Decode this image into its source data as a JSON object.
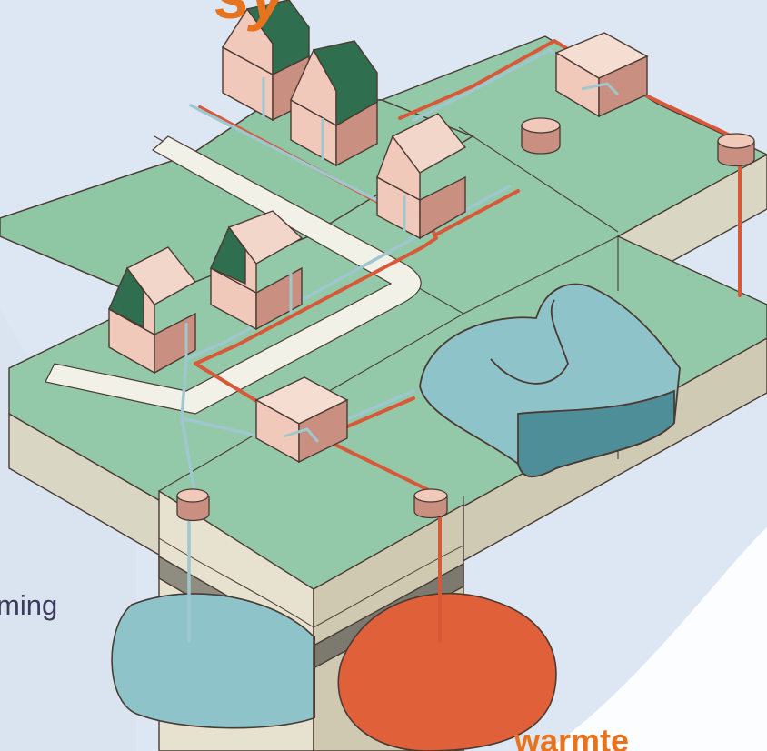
{
  "texts": {
    "title_fragment": "sy",
    "body_fragment": "ming",
    "warm_label": "warmte"
  },
  "colors": {
    "background": "#dde6f3",
    "accent_orange": "#e8731f",
    "text_dark": "#3b3a5c",
    "grass": "#93c9a8",
    "soil": "#d5d2bd",
    "warm_pipe": "#d8583a",
    "cold_pipe": "#9fc7cf",
    "cold_water": "#8ec4c9",
    "warm_reservoir": "#e0603a",
    "house_wall": "#f1c9bb",
    "house_roof": "#2f6e4e"
  },
  "icons": [
    "house-icon",
    "heat-pump-icon",
    "well-head-icon",
    "water-tank-icon"
  ]
}
